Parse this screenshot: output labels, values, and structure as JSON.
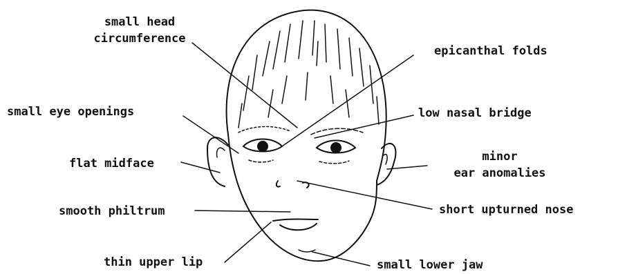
{
  "labels": {
    "small_head_1": "small head",
    "small_head_2": "circumference",
    "epicanthal_folds": "epicanthal folds",
    "small_eye_openings": "small eye openings",
    "low_nasal_bridge": "low nasal bridge",
    "flat_midface": "flat midface",
    "minor_1": "minor",
    "minor_2": "ear anomalies",
    "smooth_philtrum": "smooth philtrum",
    "short_upturned_nose": "short upturned nose",
    "thin_upper_lip": "thin upper lip",
    "small_lower_jaw": "small lower jaw"
  },
  "colors": {
    "ink": "#111111",
    "background": "#ffffff"
  }
}
